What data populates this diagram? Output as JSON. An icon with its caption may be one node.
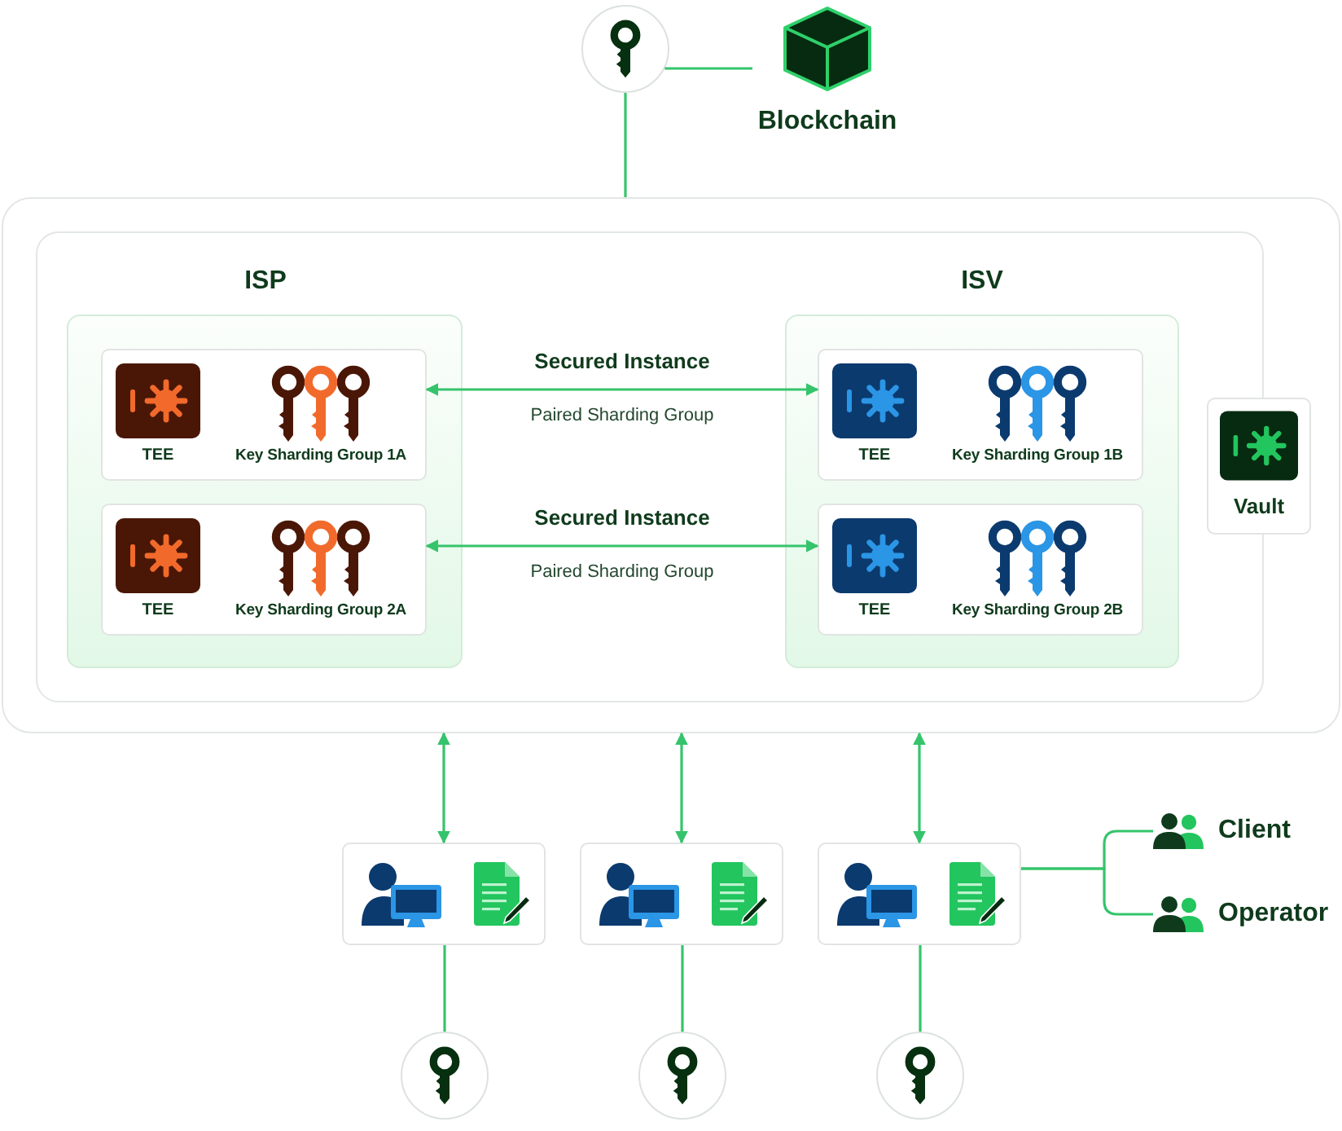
{
  "diagram": {
    "nodes": [
      {
        "text": [],
        "shape": "circle"
      },
      {
        "text": [
          "Blockchain"
        ]
      },
      {
        "text": [],
        "shape": "box"
      },
      {
        "text": [],
        "shape": "box",
        "in": 2
      },
      {
        "text": [
          "ISP"
        ],
        "in": 3
      },
      {
        "text": [
          "TEE",
          "Key Sharding Group 1A"
        ],
        "in": 4
      },
      {
        "text": [
          "TEE",
          "Key Sharding Group 2A"
        ],
        "in": 4
      },
      {
        "text": [
          "ISV"
        ],
        "in": 3
      },
      {
        "text": [
          "TEE",
          "Key Sharding Group 1B"
        ],
        "in": 7
      },
      {
        "text": [
          "TEE",
          "Key Sharding Group 2B"
        ],
        "in": 7
      },
      {
        "text": [
          "Vault"
        ],
        "in": 2
      },
      {
        "text": [],
        "shape": "box"
      },
      {
        "text": [],
        "shape": "box"
      },
      {
        "text": [],
        "shape": "box"
      },
      {
        "text": [
          "Client"
        ]
      },
      {
        "text": [
          "Operator"
        ]
      },
      {
        "text": [],
        "shape": "circle"
      },
      {
        "text": [],
        "shape": "circle"
      },
      {
        "text": [],
        "shape": "circle"
      }
    ],
    "edges": [
      {
        "from": 0,
        "to": 1,
        "arrow": "none"
      },
      {
        "from": 0,
        "to": 2,
        "arrow": "none"
      },
      {
        "from": 5,
        "to": 8,
        "arrow": "both",
        "label": "Secured Instance"
      },
      {
        "from": 6,
        "to": 9,
        "arrow": "both",
        "label": "Secured Instance"
      },
      {
        "from": 2,
        "to": 11,
        "arrow": "both"
      },
      {
        "from": 2,
        "to": 12,
        "arrow": "both"
      },
      {
        "from": 2,
        "to": 13,
        "arrow": "both"
      },
      {
        "from": 13,
        "to": 14,
        "arrow": "none"
      },
      {
        "from": 13,
        "to": 15,
        "arrow": "none"
      },
      {
        "from": 11,
        "to": 16,
        "arrow": "none"
      },
      {
        "from": 12,
        "to": 17,
        "arrow": "none"
      },
      {
        "from": 13,
        "to": 18,
        "arrow": "none"
      }
    ],
    "labels": [
      "Paired Sharding Group",
      "Paired Sharding Group"
    ]
  }
}
